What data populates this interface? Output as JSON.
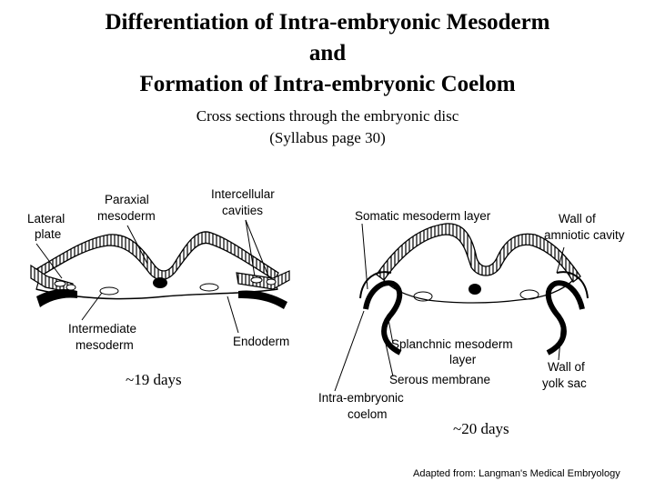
{
  "title": {
    "line1": "Differentiation of Intra-embryonic Mesoderm",
    "line2": "and",
    "line3": "Formation of Intra-embryonic Coelom"
  },
  "subtitle": {
    "line1": "Cross sections through the embryonic disc",
    "line2": "(Syllabus page 30)"
  },
  "left_figure": {
    "age": "~19 days",
    "labels": {
      "lateral_plate_1": "Lateral",
      "lateral_plate_2": "plate",
      "paraxial_1": "Paraxial",
      "paraxial_2": "mesoderm",
      "intercellular_1": "Intercellular",
      "intercellular_2": "cavities",
      "intermediate_1": "Intermediate",
      "intermediate_2": "mesoderm",
      "endoderm": "Endoderm"
    }
  },
  "right_figure": {
    "age": "~20 days",
    "labels": {
      "somatic": "Somatic mesoderm layer",
      "amniotic_1": "Wall of",
      "amniotic_2": "amniotic cavity",
      "splanchnic_1": "Splanchnic mesoderm",
      "splanchnic_2": "layer",
      "serous": "Serous membrane",
      "yolk_1": "Wall of",
      "yolk_2": "yolk sac",
      "coelom_1": "Intra-embryonic",
      "coelom_2": "coelom"
    }
  },
  "credit": "Adapted from:  Langman's Medical Embryology"
}
